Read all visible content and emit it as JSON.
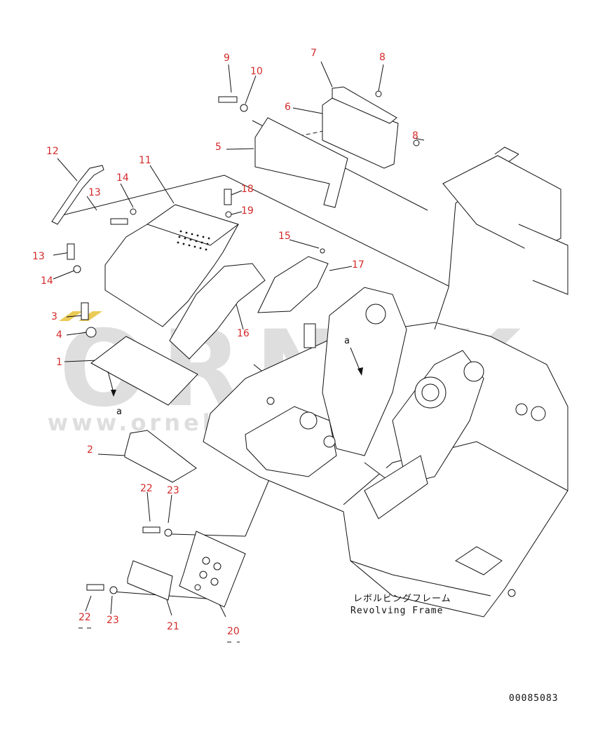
{
  "callouts": [
    "1",
    "2",
    "3",
    "4",
    "5",
    "6",
    "7",
    "8",
    "8",
    "9",
    "10",
    "11",
    "12",
    "13",
    "13",
    "14",
    "14",
    "15",
    "16",
    "17",
    "18",
    "19",
    "20",
    "21",
    "22",
    "22",
    "23",
    "23"
  ],
  "view_markers": [
    "a",
    "a"
  ],
  "frame_label_jp": "レボルビングフレーム",
  "frame_label_en": "Revolving Frame",
  "drawing_number": "00085083",
  "watermark": {
    "name": "ORNEK",
    "url": "www.orneksimmakinalar.com.tr",
    "accent": "#e8c23a"
  }
}
